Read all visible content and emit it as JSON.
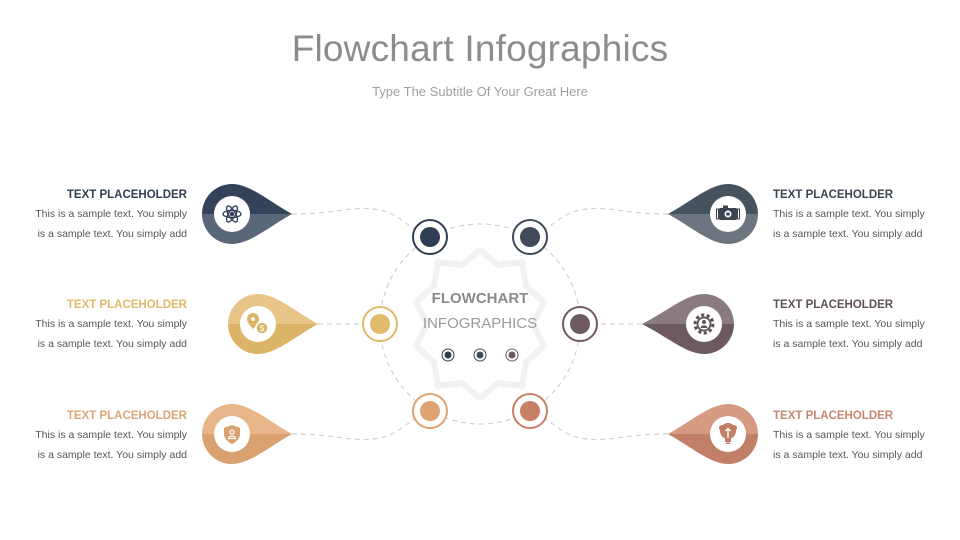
{
  "header": {
    "title": "Flowchart Infographics",
    "subtitle": "Type The Subtitle Of Your Great Here"
  },
  "center": {
    "line1": "FLOWCHART",
    "line2": "INFOGRAPHICS",
    "dot_colors": [
      "#2f3e52",
      "#3f4b58",
      "#6e5a60"
    ]
  },
  "items": [
    {
      "side": "left",
      "heading": "TEXT PLACEHOLDER",
      "line1": "This is a sample text. You simply",
      "line2": "is a sample text. You simply add",
      "heading_color": "#2f3e52",
      "color_top": "#34435a",
      "color_bottom": "#5a6778",
      "icon": "atom-icon"
    },
    {
      "side": "left",
      "heading": "TEXT PLACEHOLDER",
      "line1": "This is a sample text. You simply",
      "line2": "is a sample text. You simply add",
      "heading_color": "#e0b96a",
      "color_top": "#e7c589",
      "color_bottom": "#dcb468",
      "icon": "location-dollar-icon"
    },
    {
      "side": "left",
      "heading": "TEXT PLACEHOLDER",
      "line1": "This is a sample text. You simply",
      "line2": "is a sample text. You simply add",
      "heading_color": "#dba577",
      "color_top": "#e8b58a",
      "color_bottom": "#d9a170",
      "icon": "shield-user-icon"
    },
    {
      "side": "right",
      "heading": "TEXT PLACEHOLDER",
      "line1": "This is a sample text. You simply",
      "line2": "is a sample text. You simply add",
      "heading_color": "#3a4550",
      "color_top": "#47525f",
      "color_bottom": "#6c7580",
      "icon": "camera-icon"
    },
    {
      "side": "right",
      "heading": "TEXT PLACEHOLDER",
      "line1": "This is a sample text. You simply",
      "line2": "is a sample text. You simply add",
      "heading_color": "#5e5257",
      "color_top": "#8a7b81",
      "color_bottom": "#6c5a60",
      "icon": "gear-user-icon"
    },
    {
      "side": "right",
      "heading": "TEXT PLACEHOLDER",
      "line1": "This is a sample text. You simply",
      "line2": "is a sample text. You simply add",
      "heading_color": "#c48870",
      "color_top": "#d49a82",
      "color_bottom": "#c07f66",
      "icon": "lightbulb-brain-icon"
    }
  ],
  "nodes": [
    {
      "name": "node-top-left",
      "color": "#2f3e52",
      "ring": "#2f3e52"
    },
    {
      "name": "node-top-right",
      "color": "#3f4b58",
      "ring": "#3f4b58"
    },
    {
      "name": "node-mid-left",
      "color": "#e0bb6e",
      "ring": "#e0bb6e"
    },
    {
      "name": "node-mid-right",
      "color": "#6e5a60",
      "ring": "#6e5a60"
    },
    {
      "name": "node-bottom-left",
      "color": "#dfa373",
      "ring": "#dfa373"
    },
    {
      "name": "node-bottom-right",
      "color": "#c77f65",
      "ring": "#c77f65"
    }
  ]
}
